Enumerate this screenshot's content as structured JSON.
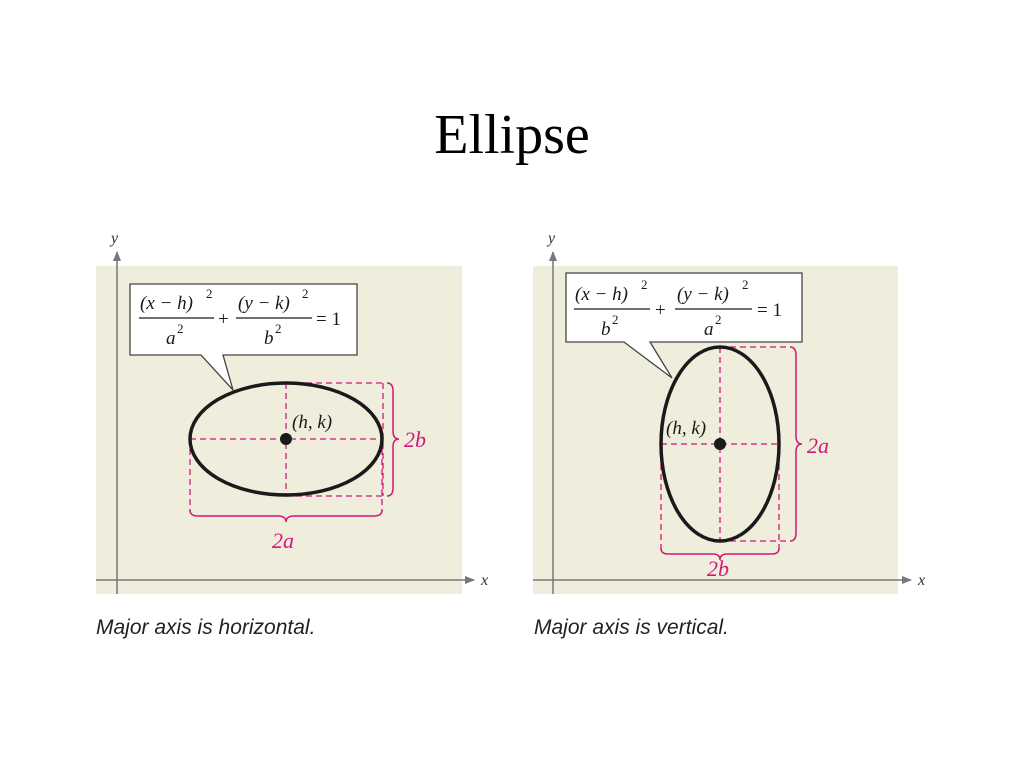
{
  "title": "Ellipse",
  "colors": {
    "panel": "#efeddc",
    "accent": "#d4177a",
    "stroke": "#1a1a1a",
    "axis": "#777777"
  },
  "left": {
    "caption": "Major axis is horizontal.",
    "axis_x": "x",
    "axis_y": "y",
    "center_label": "(h, k)",
    "horizontal_dim": "2a",
    "vertical_dim": "2b",
    "equation": {
      "num1": "(x − h)",
      "den1": "a",
      "plus": "+",
      "num2": "(y − k)",
      "den2": "b",
      "exp": "2",
      "rhs": "= 1"
    }
  },
  "right": {
    "caption": "Major axis is vertical.",
    "axis_x": "x",
    "axis_y": "y",
    "center_label": "(h, k)",
    "horizontal_dim": "2b",
    "vertical_dim": "2a",
    "equation": {
      "num1": "(x − h)",
      "den1": "b",
      "plus": "+",
      "num2": "(y − k)",
      "den2": "a",
      "exp": "2",
      "rhs": "= 1"
    }
  }
}
